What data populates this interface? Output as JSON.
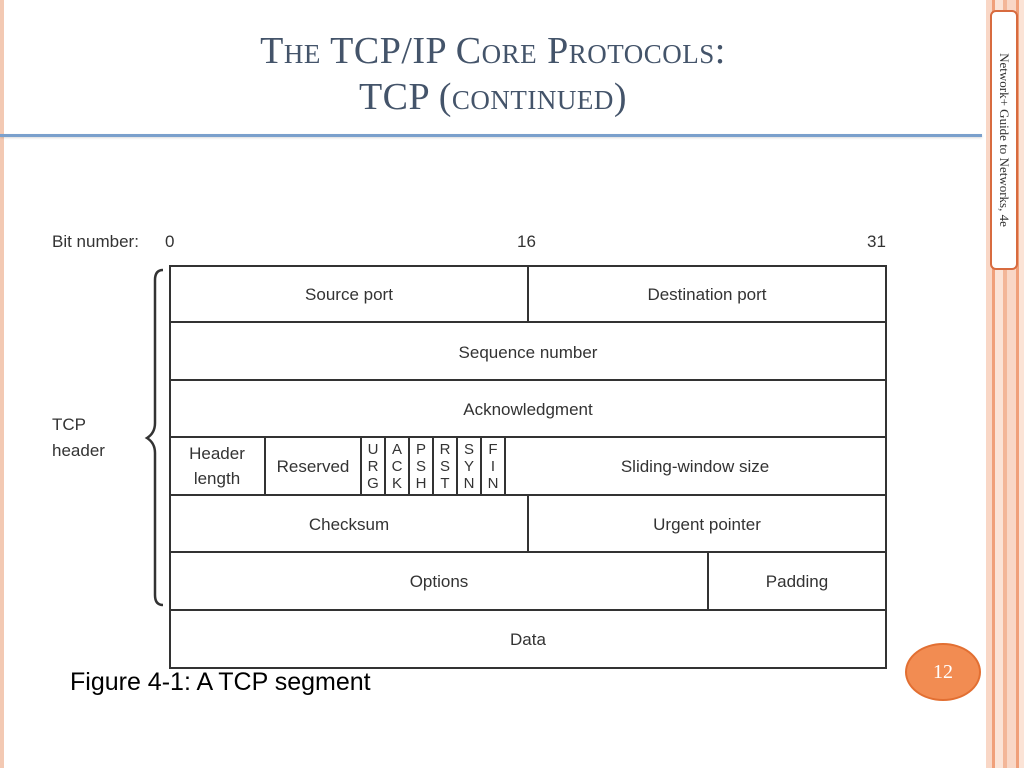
{
  "slide": {
    "title_line1": "The TCP/IP Core Protocols:",
    "title_line2": "TCP (continued)",
    "side_label": "Network+ Guide to Networks, 4e",
    "caption": "Figure 4-1: A TCP segment",
    "page_number": "12"
  },
  "diagram": {
    "bit_number_label": "Bit number:",
    "bit_marks": [
      "0",
      "16",
      "31"
    ],
    "brace_label_line1": "TCP",
    "brace_label_line2": "header",
    "fields": {
      "source_port": "Source port",
      "destination_port": "Destination port",
      "sequence_number": "Sequence number",
      "acknowledgment": "Acknowledgment",
      "header_length_line1": "Header",
      "header_length_line2": "length",
      "reserved": "Reserved",
      "flags": [
        [
          "U",
          "R",
          "G"
        ],
        [
          "A",
          "C",
          "K"
        ],
        [
          "P",
          "S",
          "H"
        ],
        [
          "R",
          "S",
          "T"
        ],
        [
          "S",
          "Y",
          "N"
        ],
        [
          "F",
          "I",
          "N"
        ]
      ],
      "sliding_window_size": "Sliding-window size",
      "checksum": "Checksum",
      "urgent_pointer": "Urgent pointer",
      "options": "Options",
      "padding": "Padding",
      "data": "Data"
    }
  },
  "colors": {
    "title": "#44546a",
    "rule": "#7aa0cc",
    "accent": "#f28c52",
    "stripe_dark": "#f0a07a",
    "stripe_light": "#f9d7c6"
  }
}
